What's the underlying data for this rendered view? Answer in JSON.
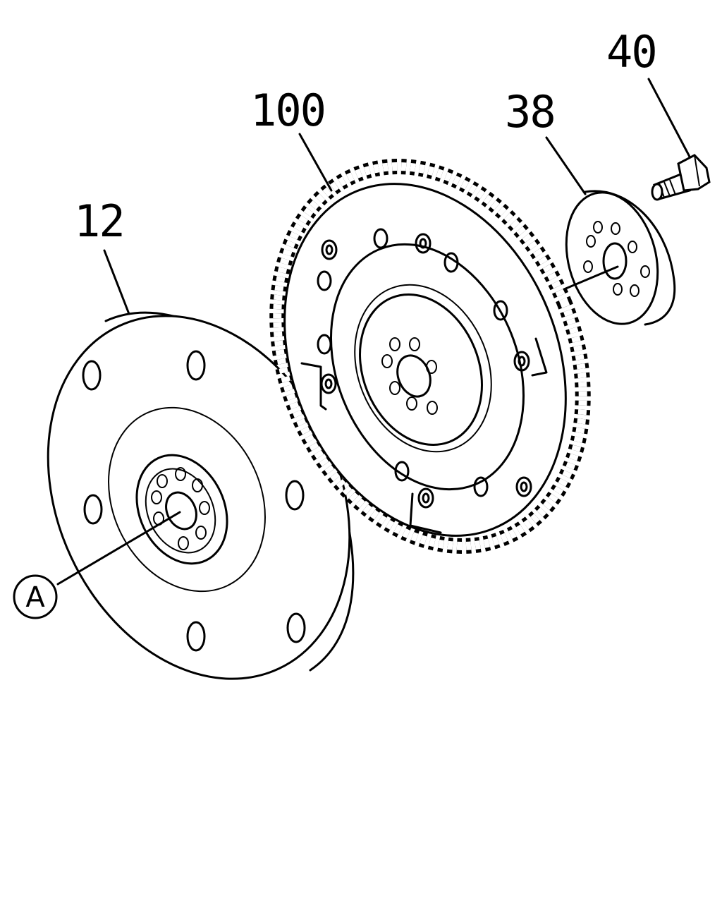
{
  "callouts": {
    "part_40": "40",
    "part_38": "38",
    "part_100": "100",
    "part_12": "12"
  },
  "reference_marker": {
    "label": "A"
  },
  "colors": {
    "line": "#000000",
    "background": "#ffffff"
  }
}
